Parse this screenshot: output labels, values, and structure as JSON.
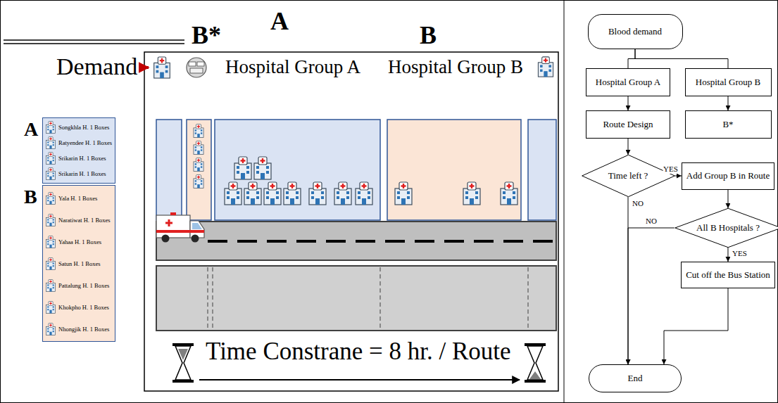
{
  "diagram": {
    "nodes": [
      {
        "text": [
          "A",
          "Songkhla H. 1 Boxes",
          "Ratyendee H. 1 Boxes",
          "Srikarin H. 1 Boxes",
          "Srikarin H. 1 Boxes"
        ]
      },
      {
        "text": [
          "B",
          "Yala H. 1 Boxes",
          "Naratiwat H. 1 Boxes",
          "Yahaa H. 1 Boxes",
          "Satun H. 1 Boxes",
          "Pattalung H. 1 Boxes",
          "Khokpho H. 1 Boxes",
          "Nhongjik H. 1 Boxes"
        ]
      },
      {
        "text": [
          "Blood demand"
        ]
      },
      {
        "text": [
          "Hospital Group A"
        ]
      },
      {
        "text": [
          "Hospital Group B"
        ]
      },
      {
        "text": [
          "Route Design"
        ]
      },
      {
        "text": [
          "B*"
        ]
      },
      {
        "text": [
          "Time left ?"
        ]
      },
      {
        "text": [
          "Add Group B in Route"
        ]
      },
      {
        "text": [
          "All B Hospitals ?"
        ]
      },
      {
        "text": [
          "Cut off the Bus Station"
        ]
      },
      {
        "text": [
          "End"
        ]
      }
    ],
    "edges": [
      {
        "from": 2,
        "to": 3,
        "arrow": "none"
      },
      {
        "from": 2,
        "to": 4,
        "arrow": "none"
      },
      {
        "from": 3,
        "to": 5,
        "arrow": "to"
      },
      {
        "from": 4,
        "to": 6,
        "arrow": "to"
      },
      {
        "from": 5,
        "to": 7,
        "arrow": "to"
      },
      {
        "from": 7,
        "to": 8,
        "label": "YES",
        "arrow": "to"
      },
      {
        "from": 7,
        "to": 11,
        "label": "NO",
        "arrow": "to"
      },
      {
        "from": 8,
        "to": 9,
        "arrow": "to"
      },
      {
        "from": 9,
        "to": 11,
        "label": "NO",
        "arrow": "to"
      },
      {
        "from": 9,
        "to": 10,
        "label": "YES",
        "arrow": "to"
      },
      {
        "from": 10,
        "to": 11,
        "arrow": "to"
      }
    ],
    "labels": [
      "B*",
      "A",
      "B",
      "Demand",
      "Hospital Group A",
      "Hospital Group B",
      "Time Constrane = 8 hr. / Route"
    ]
  }
}
